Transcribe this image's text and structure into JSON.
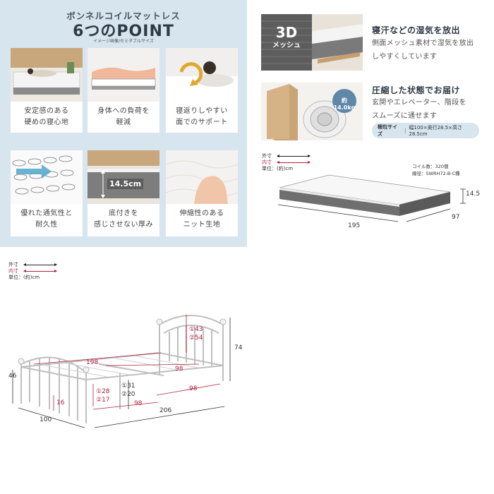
{
  "points": {
    "title": "ボンネルコイルマットレス",
    "headline": "6つのPOINT",
    "note": "イメージ画像/セミダブルサイズ",
    "cards": [
      {
        "line1": "安定感のある",
        "line2": "硬めの寝心地"
      },
      {
        "line1": "身体への負荷を",
        "line2": "軽減"
      },
      {
        "line1": "寝返りしやすい",
        "line2": "面でのサポート"
      },
      {
        "line1": "優れた通気性と",
        "line2": "耐久性"
      },
      {
        "line1": "底付きを",
        "line2": "感じさせない厚み"
      },
      {
        "line1": "伸縮性のある",
        "line2": "ニット生地"
      }
    ],
    "thickness_label": "14.5cm"
  },
  "features": {
    "mesh_badge_big": "3D",
    "mesh_badge_small": "メッシュ",
    "feat1_title": "寝汗などの湿気を放出",
    "feat1_line1": "側面メッシュ素材で湿気を放出",
    "feat1_line2": "しやすくしています",
    "roll_weight": "約14.0kg",
    "feat2_title": "圧縮した状態でお届け",
    "feat2_line1": "玄関やエレベーター、階段を",
    "feat2_line2": "スムーズに通せます",
    "pack_label": "梱包サイズ",
    "pack_value": "幅100×奥行28.5×高さ28.5cm"
  },
  "mattress_dims": {
    "legend_outer": "外寸",
    "legend_inner": "内寸",
    "legend_unit": "単位：(約)cm",
    "coil_count": "コイル数：320個",
    "model": "線径：SWRH72-B-C種",
    "height": "14.5",
    "length": "195",
    "width": "97"
  },
  "bed_dims": {
    "legend_outer": "外寸",
    "legend_inner": "内寸",
    "legend_unit": "単位：(約)cm",
    "headboard_1": "①43",
    "headboard_2": "②54",
    "total_height": "74",
    "inner_length": "198",
    "inner_width": "98",
    "foot_height": "46",
    "floor_clear": "16",
    "leg_1": "①28",
    "leg_2": "②17",
    "deck_1": "①31",
    "deck_2": "②20",
    "inner_length_bottom": "98",
    "inner_width_bottom": "98",
    "total_length": "206",
    "total_width": "100"
  },
  "colors": {
    "panel_bg": "#d7e5ef",
    "accent_red": "#b0233a",
    "text_dark": "#2f3a45"
  }
}
